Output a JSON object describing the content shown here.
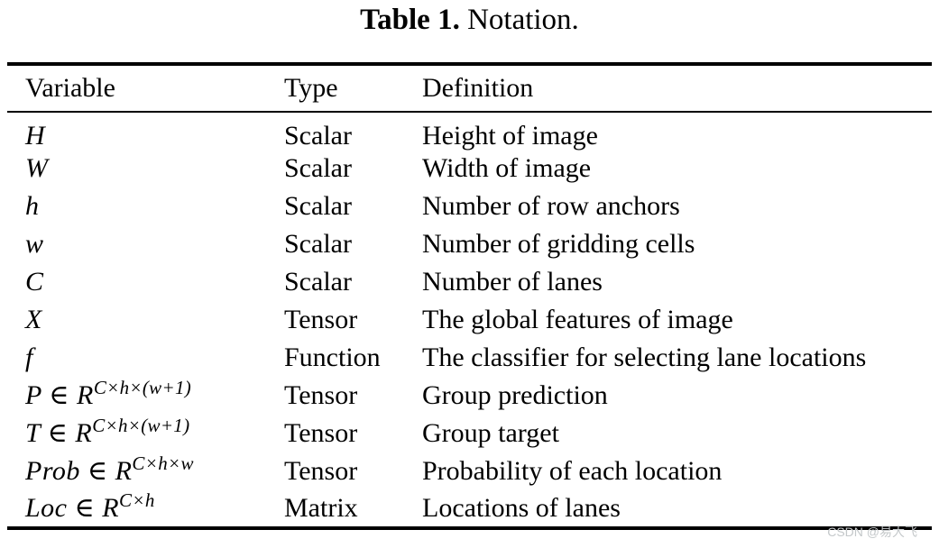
{
  "caption": {
    "label": "Table 1.",
    "text": "Notation."
  },
  "table": {
    "headers": [
      "Variable",
      "Type",
      "Definition"
    ],
    "rows": [
      {
        "variable": "H",
        "variable_sup": "",
        "type": "Scalar",
        "definition": "Height of image"
      },
      {
        "variable": "W",
        "variable_sup": "",
        "type": "Scalar",
        "definition": "Width of image"
      },
      {
        "variable": "h",
        "variable_sup": "",
        "type": "Scalar",
        "definition": "Number of row anchors"
      },
      {
        "variable": "w",
        "variable_sup": "",
        "type": "Scalar",
        "definition": "Number of gridding cells"
      },
      {
        "variable": "C",
        "variable_sup": "",
        "type": "Scalar",
        "definition": "Number of lanes"
      },
      {
        "variable": "X",
        "variable_sup": "",
        "type": "Tensor",
        "definition": "The global features of image"
      },
      {
        "variable": "f",
        "variable_sup": "",
        "type": "Function",
        "definition": "The classifier for selecting lane locations"
      },
      {
        "variable": "P ∈ R",
        "variable_sup": "C×h×(w+1)",
        "type": "Tensor",
        "definition": "Group prediction"
      },
      {
        "variable": "T ∈ R",
        "variable_sup": "C×h×(w+1)",
        "type": "Tensor",
        "definition": "Group target"
      },
      {
        "variable": "Prob ∈ R",
        "variable_sup": "C×h×w",
        "type": "Tensor",
        "definition": "Probability of each location"
      },
      {
        "variable": "Loc ∈ R",
        "variable_sup": "C×h",
        "type": "Matrix",
        "definition": "Locations of lanes"
      }
    ]
  },
  "watermark": "CSDN @易大飞",
  "colors": {
    "background": "#ffffff",
    "text": "#000000",
    "rule": "#000000",
    "watermark": "#c4c8ca"
  }
}
